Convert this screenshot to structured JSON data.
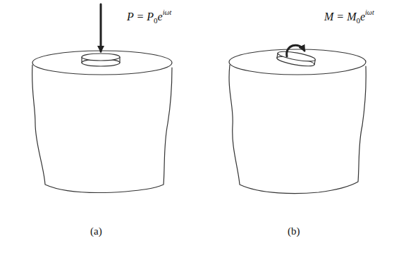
{
  "diagram": {
    "labels": [
      "P = P",
      "0",
      "e",
      "iωt",
      "M = M",
      "0",
      "e",
      "iωt",
      "(a)",
      "(b)"
    ]
  }
}
